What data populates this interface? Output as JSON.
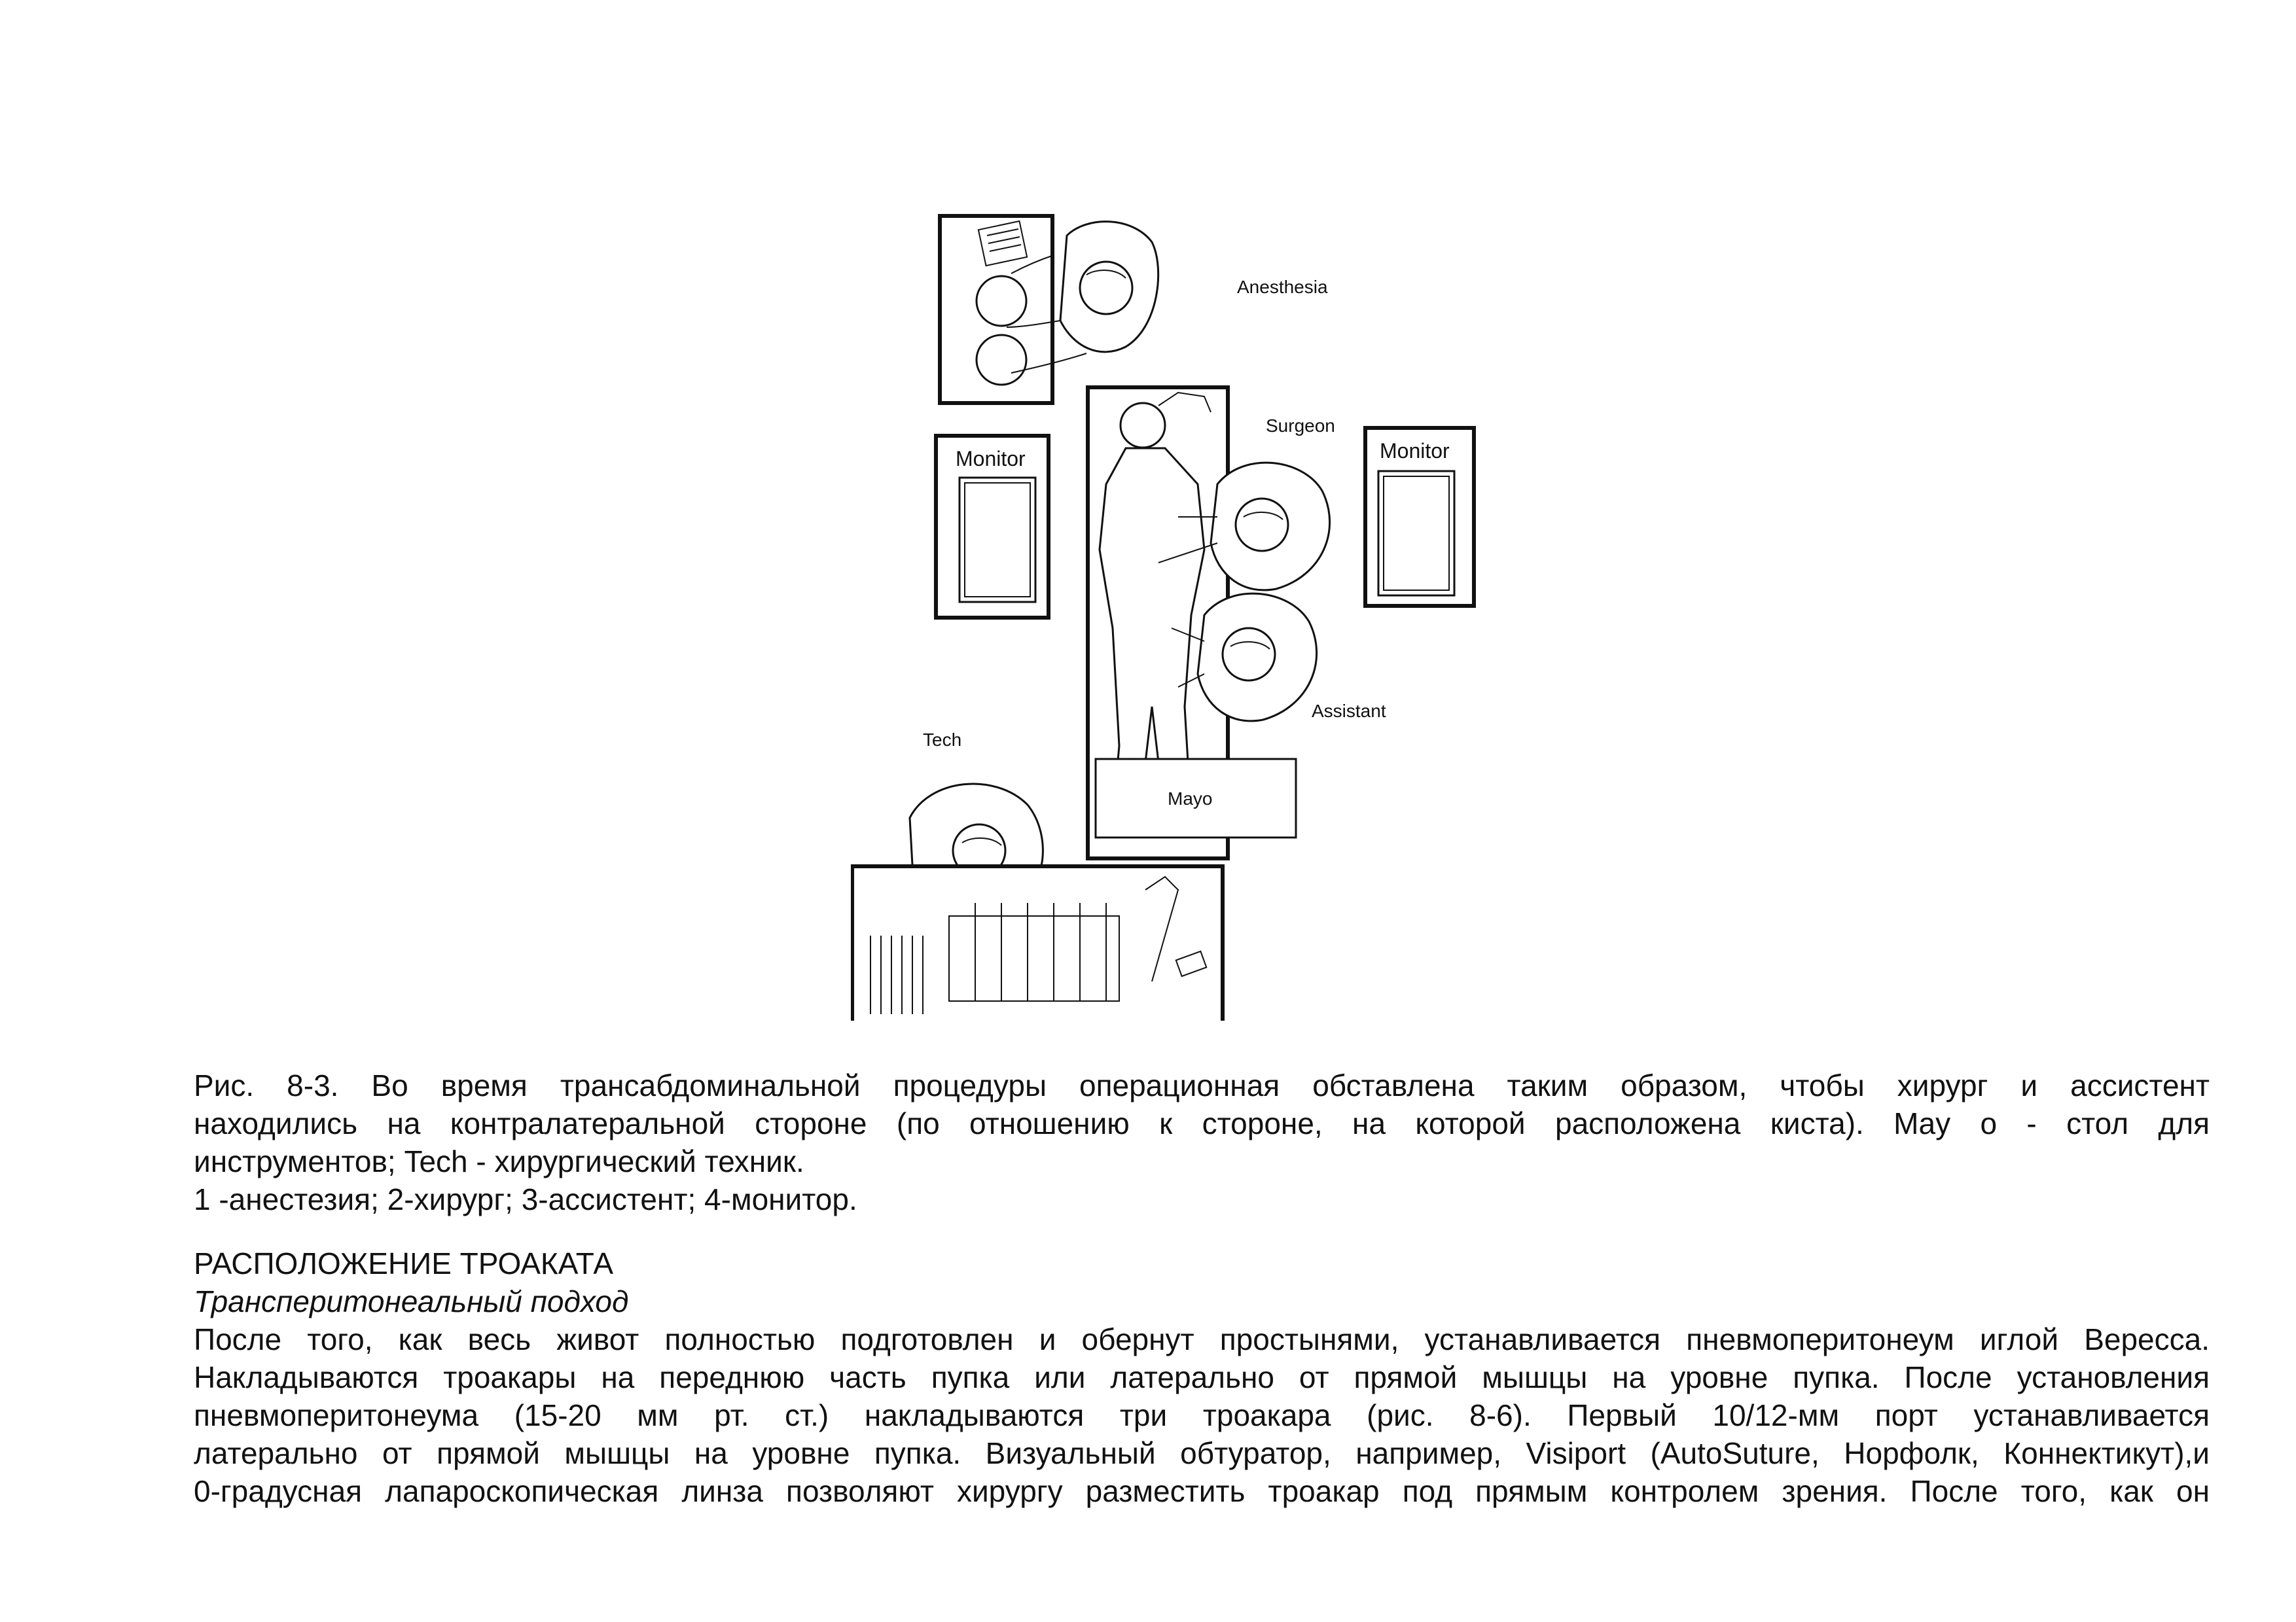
{
  "figure": {
    "labels": {
      "anesthesia": "Anesthesia",
      "surgeon": "Surgeon",
      "monitor_left": "Monitor",
      "monitor_right": "Monitor",
      "assistant": "Assistant",
      "tech": "Tech",
      "mayo": "Mayo"
    }
  },
  "caption": {
    "lines": [
      "Рис. 8-3. Во время трансабдоминальной процедуры операционная обставлена таким образом, чтобы хирург и ассистент",
      "находились на контралатеральной стороне (по отношению к стороне, на которой расположена киста). May о - стол для",
      "инструментов; Tech - хирургический техник."
    ],
    "legend": "1 -анестезия; 2-хирург; 3-ассистент; 4-монитор."
  },
  "section": {
    "heading": "РАСПОЛОЖЕНИЕ ТРОАКАТА",
    "subheading": "Трансперитонеальный подход",
    "lines": [
      "После того, как весь живот полностью подготовлен и обернут простынями, устанавливается пневмоперитонеум иглой Вересса.",
      "Накладываются троакары на переднюю часть пупка или латерально от прямой мышцы на уровне пупка. После установления",
      "пневмоперитонеума (15-20 мм рт. ст.) накладываются три троакара (рис. 8-6). Первый 10/12-мм порт устанавливается",
      "латерально от прямой мышцы на уровне пупка. Визуальный обтуратор, например, Visiport (AutoSuture, Норфолк, Коннектикут),и",
      "0-градусная лапароскопическая линза позволяют хирургу разместить троакар под прямым контролем зрения. После того, как он"
    ]
  }
}
